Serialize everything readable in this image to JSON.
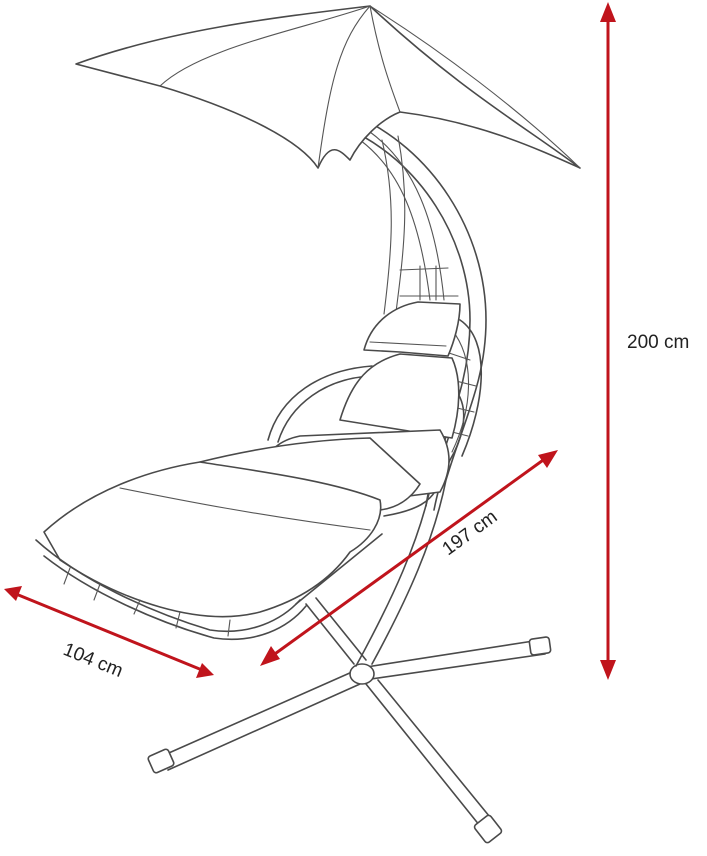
{
  "dimensions": {
    "height": "200 cm",
    "length": "197 cm",
    "width": "104 cm"
  },
  "colors": {
    "dimension_line": "#c0141c",
    "outline": "#4a4a4a",
    "background": "#ffffff"
  }
}
